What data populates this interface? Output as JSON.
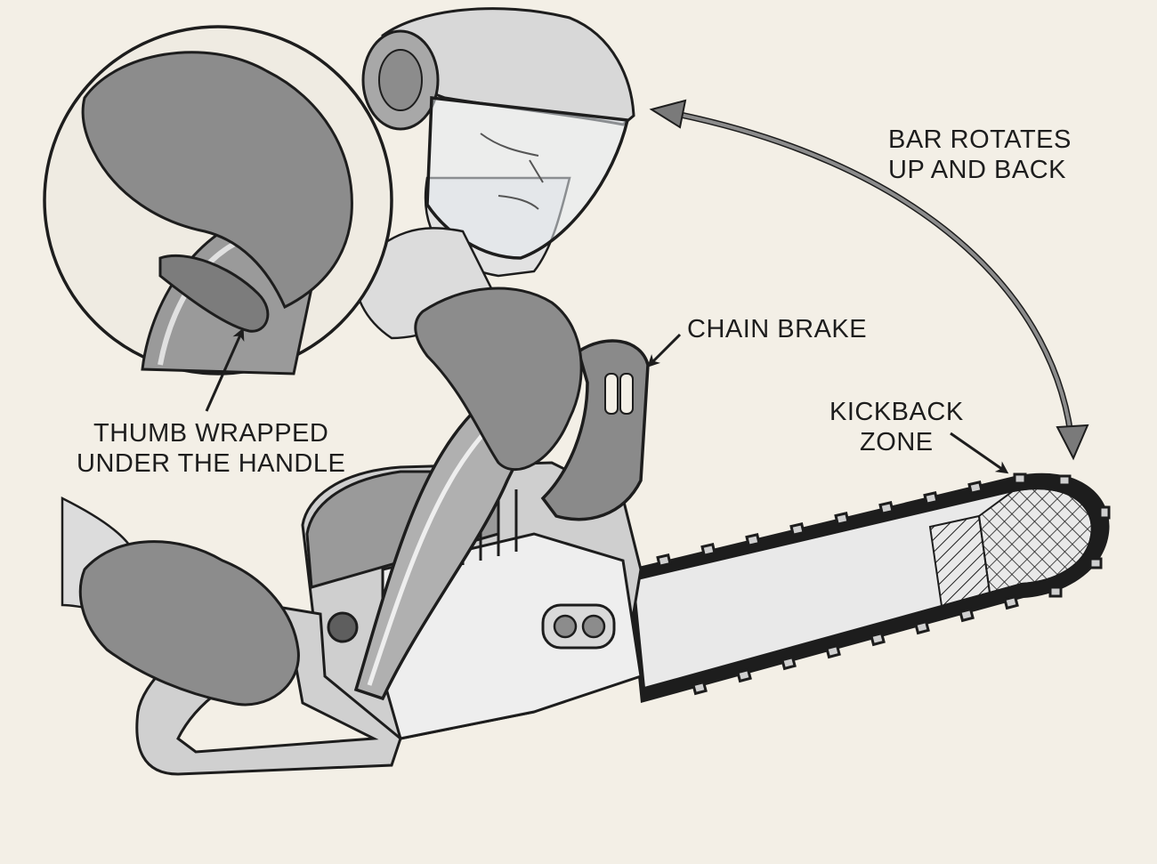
{
  "colors": {
    "paper": "#f3efe6",
    "ink": "#1d1d1d",
    "glove": "#8c8c8c",
    "glove_dark": "#5e5e5e",
    "metal": "#cfcfcf",
    "arrow_gray": "#7a7a7a"
  },
  "labels": {
    "bar_rotates": {
      "line1": "BAR ROTATES",
      "line2": "UP AND BACK"
    },
    "chain_brake": {
      "line1": "CHAIN BRAKE"
    },
    "kickback_zone": {
      "line1": "KICKBACK",
      "line2": "ZONE"
    },
    "thumb_wrapped": {
      "line1": "THUMB WRAPPED",
      "line2": "UNDER THE HANDLE"
    }
  }
}
